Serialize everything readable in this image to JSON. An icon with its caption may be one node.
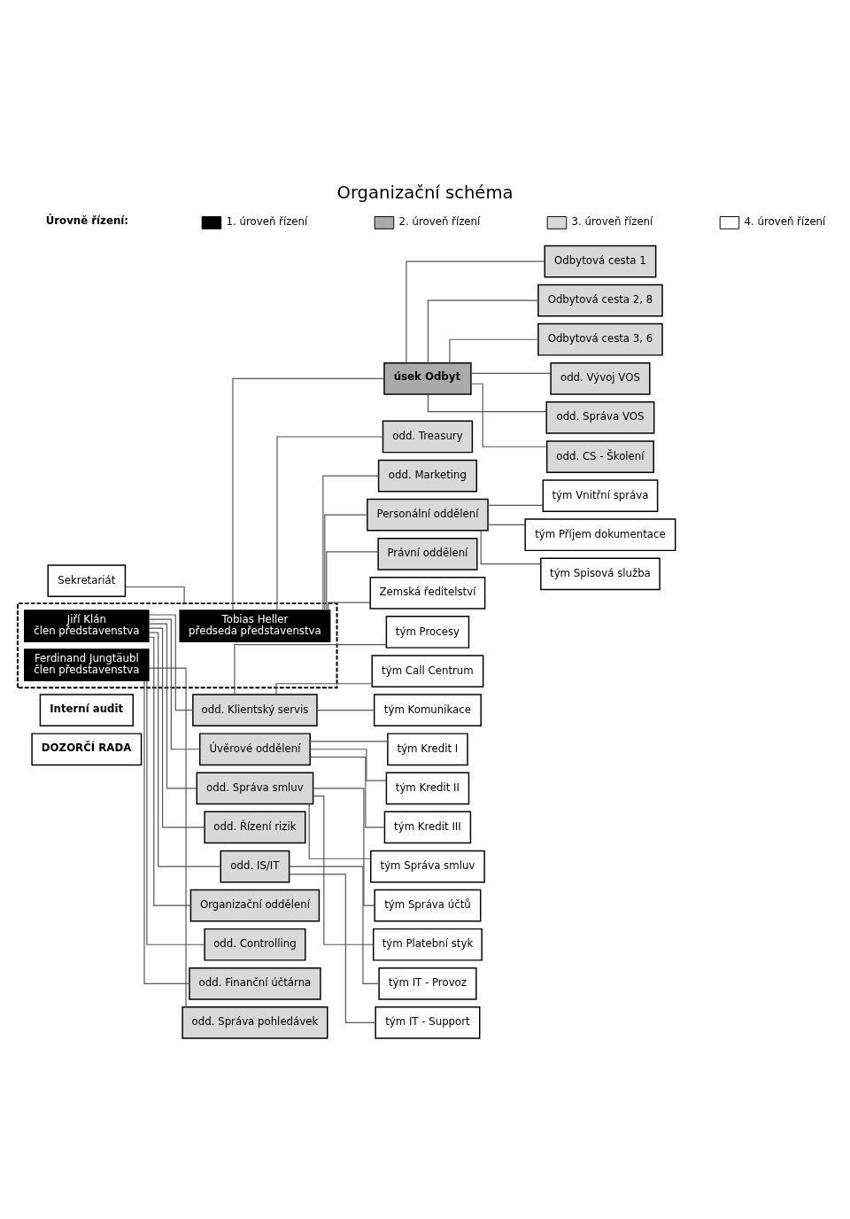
{
  "diagram": {
    "title": "Organizační schéma",
    "nodes": [
      {
        "text": [
          "DOZORČÍ RADA"
        ]
      },
      {
        "text": [
          "Interní audit"
        ]
      },
      {
        "text": [
          "Sekretariát"
        ]
      },
      {
        "text": [],
        "shape": "box"
      },
      {
        "text": [
          "Tobias Heller",
          "předseda představenstva"
        ],
        "in": 3
      },
      {
        "text": [
          "Jiří Klán",
          "člen představenstva"
        ],
        "in": 3
      },
      {
        "text": [
          "Ferdinand Jungtäubl",
          "člen představenstva"
        ],
        "in": 3
      },
      {
        "text": [
          "úsek Odbyt"
        ]
      },
      {
        "text": [
          "Odbytová cesta 1"
        ]
      },
      {
        "text": [
          "Odbytová cesta 2, 8"
        ]
      },
      {
        "text": [
          "Odbytová cesta 3, 6"
        ]
      },
      {
        "text": [
          "odd. Vývoj VOS"
        ]
      },
      {
        "text": [
          "odd. Správa VOS"
        ]
      },
      {
        "text": [
          "odd. CS - Školení"
        ]
      },
      {
        "text": [
          "odd. Treasury"
        ]
      },
      {
        "text": [
          "odd. Marketing"
        ]
      },
      {
        "text": [
          "Personální oddělení"
        ]
      },
      {
        "text": [
          "tým Vnitřní správa"
        ]
      },
      {
        "text": [
          "tým Příjem dokumentace"
        ]
      },
      {
        "text": [
          "tým Spisová služba"
        ]
      },
      {
        "text": [
          "Právní oddělení"
        ]
      },
      {
        "text": [
          "Zemská ředitelství"
        ]
      },
      {
        "text": [
          "odd. Klientský servis"
        ]
      },
      {
        "text": [
          "tým Procesy"
        ]
      },
      {
        "text": [
          "tým Call Centrum"
        ]
      },
      {
        "text": [
          "tým Komunikace"
        ]
      },
      {
        "text": [
          "Úvěrové oddělení"
        ]
      },
      {
        "text": [
          "tým Kredit I"
        ]
      },
      {
        "text": [
          "tým Kredit II"
        ]
      },
      {
        "text": [
          "tým Kredit III"
        ]
      },
      {
        "text": [
          "odd. Správa smluv"
        ]
      },
      {
        "text": [
          "tým Správa smluv"
        ]
      },
      {
        "text": [
          "tým Správa účtů"
        ]
      },
      {
        "text": [
          "tým Platební styk"
        ]
      },
      {
        "text": [
          "odd. Řízení rizik"
        ]
      },
      {
        "text": [
          "odd. IS/IT"
        ]
      },
      {
        "text": [
          "tým IT - Provoz"
        ]
      },
      {
        "text": [
          "tým IT - Support"
        ]
      },
      {
        "text": [
          "Organizační oddělení"
        ]
      },
      {
        "text": [
          "odd. Controlling"
        ]
      },
      {
        "text": [
          "odd. Finanční účtárna"
        ]
      },
      {
        "text": [
          "odd. Správa pohledávek"
        ]
      }
    ],
    "edges": [
      {
        "from": 2,
        "to": 3,
        "arrow": "none"
      },
      {
        "from": 4,
        "to": 7,
        "arrow": "none"
      },
      {
        "from": 7,
        "to": 8,
        "arrow": "none"
      },
      {
        "from": 7,
        "to": 9,
        "arrow": "none"
      },
      {
        "from": 7,
        "to": 10,
        "arrow": "none"
      },
      {
        "from": 7,
        "to": 11,
        "arrow": "none"
      },
      {
        "from": 7,
        "to": 12,
        "arrow": "none"
      },
      {
        "from": 7,
        "to": 13,
        "arrow": "none"
      },
      {
        "from": 4,
        "to": 14,
        "arrow": "none"
      },
      {
        "from": 4,
        "to": 15,
        "arrow": "none"
      },
      {
        "from": 4,
        "to": 16,
        "arrow": "none"
      },
      {
        "from": 16,
        "to": 17,
        "arrow": "none"
      },
      {
        "from": 16,
        "to": 18,
        "arrow": "none"
      },
      {
        "from": 16,
        "to": 19,
        "arrow": "none"
      },
      {
        "from": 4,
        "to": 20,
        "arrow": "none"
      },
      {
        "from": 4,
        "to": 21,
        "arrow": "none"
      },
      {
        "from": 5,
        "to": 22,
        "arrow": "none"
      },
      {
        "from": 22,
        "to": 23,
        "arrow": "none"
      },
      {
        "from": 22,
        "to": 24,
        "arrow": "none"
      },
      {
        "from": 22,
        "to": 25,
        "arrow": "none"
      },
      {
        "from": 5,
        "to": 26,
        "arrow": "none"
      },
      {
        "from": 26,
        "to": 27,
        "arrow": "none"
      },
      {
        "from": 26,
        "to": 28,
        "arrow": "none"
      },
      {
        "from": 26,
        "to": 29,
        "arrow": "none"
      },
      {
        "from": 5,
        "to": 30,
        "arrow": "none"
      },
      {
        "from": 30,
        "to": 31,
        "arrow": "none"
      },
      {
        "from": 30,
        "to": 32,
        "arrow": "none"
      },
      {
        "from": 30,
        "to": 33,
        "arrow": "none"
      },
      {
        "from": 5,
        "to": 34,
        "arrow": "none"
      },
      {
        "from": 5,
        "to": 35,
        "arrow": "none"
      },
      {
        "from": 35,
        "to": 36,
        "arrow": "none"
      },
      {
        "from": 35,
        "to": 37,
        "arrow": "none"
      },
      {
        "from": 5,
        "to": 38,
        "arrow": "none"
      },
      {
        "from": 6,
        "to": 39,
        "arrow": "none"
      },
      {
        "from": 6,
        "to": 40,
        "arrow": "none"
      },
      {
        "from": 6,
        "to": 41,
        "arrow": "none"
      }
    ],
    "labels": [
      "Úrovně řízení:"
    ],
    "legend": [
      {
        "text": "1. úroveň řízení",
        "color": "#000000"
      },
      {
        "text": "2. úroveň řízení",
        "color": "#aaaaaa"
      },
      {
        "text": "3. úroveň řízení",
        "color": "#d9d9d9"
      },
      {
        "text": "4. úroveň řízení",
        "color": "#ffffff"
      }
    ]
  }
}
